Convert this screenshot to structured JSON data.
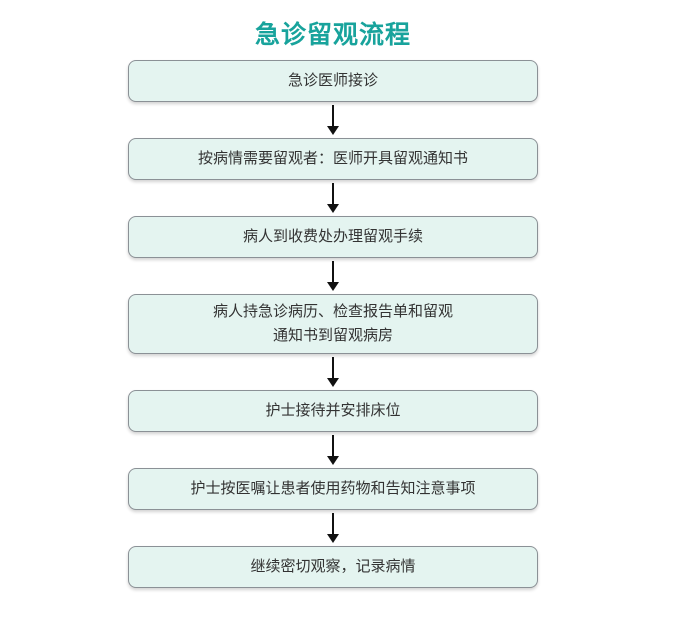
{
  "title": "急诊留观流程",
  "colors": {
    "title_color": "#18A39C",
    "box_fill": "#E4F4F0",
    "box_border": "#8B9196",
    "arrow": "#111111",
    "text": "#333333"
  },
  "steps": [
    {
      "label": "急诊医师接诊"
    },
    {
      "label": "按病情需要留观者：医师开具留观通知书"
    },
    {
      "label": "病人到收费处办理留观手续"
    },
    {
      "label": "病人持急诊病历、检查报告单和留观\n通知书到留观病房"
    },
    {
      "label": "护士接待并安排床位"
    },
    {
      "label": "护士按医嘱让患者使用药物和告知注意事项"
    },
    {
      "label": "继续密切观察，记录病情"
    }
  ]
}
